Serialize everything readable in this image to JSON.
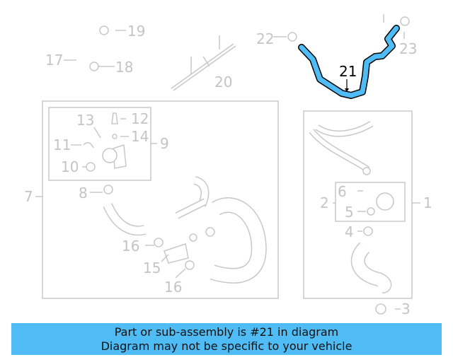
{
  "diagram": {
    "highlight_color": "#4fbcf5",
    "highlighted_part": "21",
    "labels": {
      "p1": "1",
      "p2": "2",
      "p3": "3",
      "p4": "4",
      "p5": "5",
      "p6": "6",
      "p7": "7",
      "p8": "8",
      "p9": "9",
      "p10": "10",
      "p11": "11",
      "p12": "12",
      "p13": "13",
      "p14": "14",
      "p15": "15",
      "p16a": "16",
      "p16b": "16",
      "p17": "17",
      "p18": "18",
      "p19": "19",
      "p20": "20",
      "p21": "21",
      "p22": "22",
      "p23": "23"
    }
  },
  "banner": {
    "line1": "Part or sub-assembly is #21 in diagram",
    "line2": "Diagram may not be specific to your vehicle"
  }
}
